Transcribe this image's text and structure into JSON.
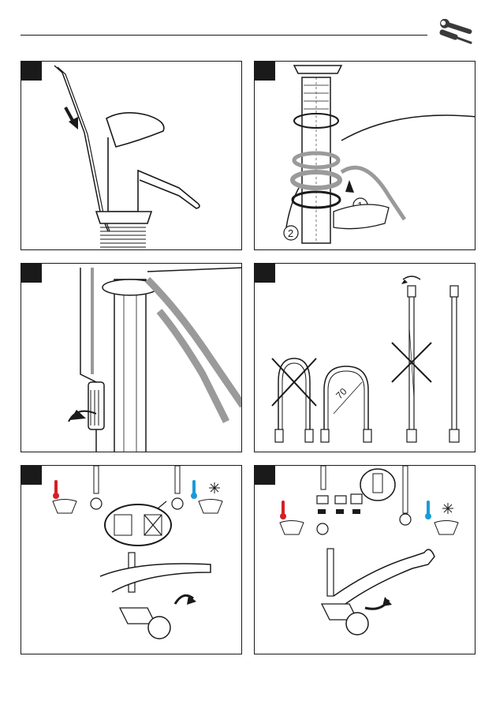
{
  "header": {
    "icon": "wrench-and-screwdriver-icon"
  },
  "steps": [
    {
      "id": 1,
      "content": "faucet-on-deck-with-hoses-inserted"
    },
    {
      "id": 2,
      "content": "mounting-rings-and-hand",
      "callouts": [
        "1",
        "2"
      ]
    },
    {
      "id": 3,
      "content": "tighten-nut-with-screwdriver"
    },
    {
      "id": 4,
      "content": "hose-bending-guidance",
      "dimension_label": "70"
    },
    {
      "id": 5,
      "content": "connect-hoses-to-valves-hot-cold"
    },
    {
      "id": 6,
      "content": "connect-with-seals-and-wrench-hot-cold"
    }
  ],
  "colors": {
    "line": "#1a1a1a",
    "hot": "#d42027",
    "cold": "#1a9bd7",
    "gray": "#9a9a9a"
  }
}
